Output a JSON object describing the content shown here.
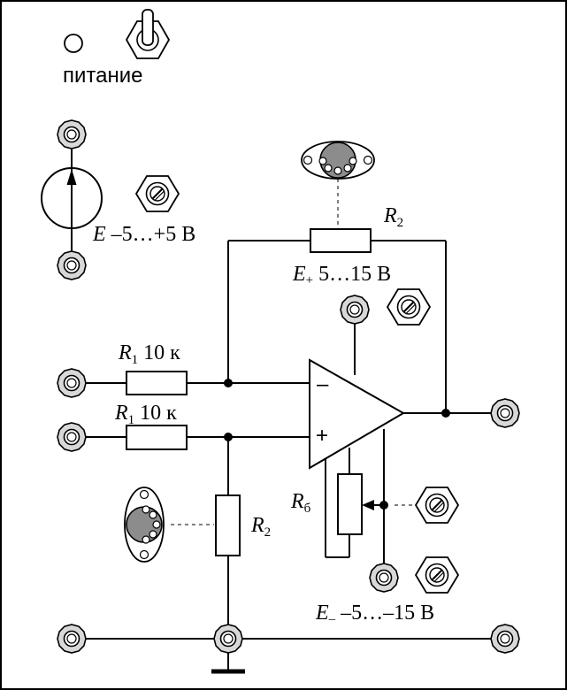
{
  "power": {
    "label": "питание"
  },
  "source": {
    "symbol": "E",
    "range": " –5…+5 В"
  },
  "feedback_resistor": {
    "symbol": "R",
    "sub": "2"
  },
  "supply_positive": {
    "symbol": "E",
    "sub": "+",
    "range": " 5…15 В"
  },
  "supply_negative": {
    "symbol": "E",
    "sub": "–",
    "range": " –5…–15 В"
  },
  "input_resistor_inverting": {
    "symbol": "R",
    "sub": "1",
    "value": " 10 к"
  },
  "input_resistor_noninverting": {
    "symbol": "R",
    "sub": "1",
    "value": " 10 к"
  },
  "ground_resistor": {
    "symbol": "R",
    "sub": "2"
  },
  "balance_resistor": {
    "symbol": "R",
    "sub": "б"
  },
  "opamp": {
    "minus": "–",
    "plus": "+"
  },
  "icons": [
    "toggle-switch-icon",
    "indicator-lamp-icon",
    "terminal-icon",
    "potentiometer-knob-icon",
    "multi-pin-socket-icon",
    "ground-icon"
  ]
}
